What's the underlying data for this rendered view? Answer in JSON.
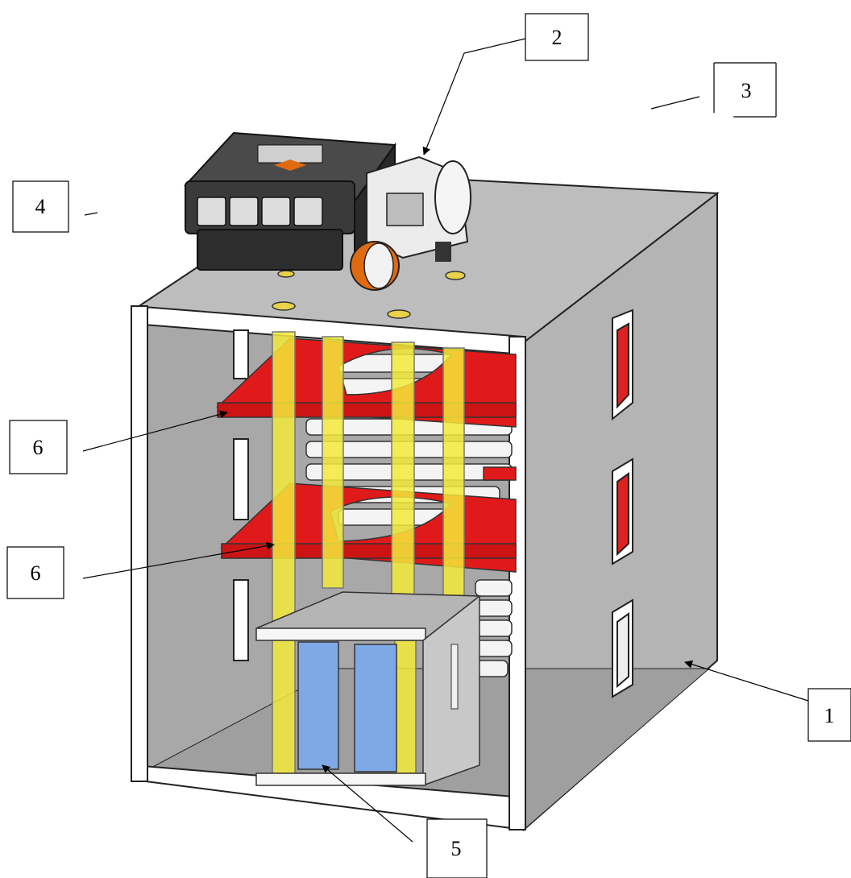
{
  "labels": [
    {
      "id": "label-1",
      "text": "1"
    },
    {
      "id": "label-2",
      "text": "2"
    },
    {
      "id": "label-3",
      "text": "3"
    },
    {
      "id": "label-4",
      "text": "4"
    },
    {
      "id": "label-5",
      "text": "5"
    },
    {
      "id": "label-6a",
      "text": "6"
    },
    {
      "id": "label-6b",
      "text": "6"
    }
  ],
  "colors": {
    "frame": "#ffffff",
    "panel": "#b9b9b9",
    "panel_dark": "#a4a4a4",
    "shelf": "#e01010",
    "rod": "#f2e830",
    "bin": "#7fa9e6",
    "brick": "#3a3a3a",
    "motor": "#e8e8e8",
    "motor_accent": "#e06a10"
  }
}
